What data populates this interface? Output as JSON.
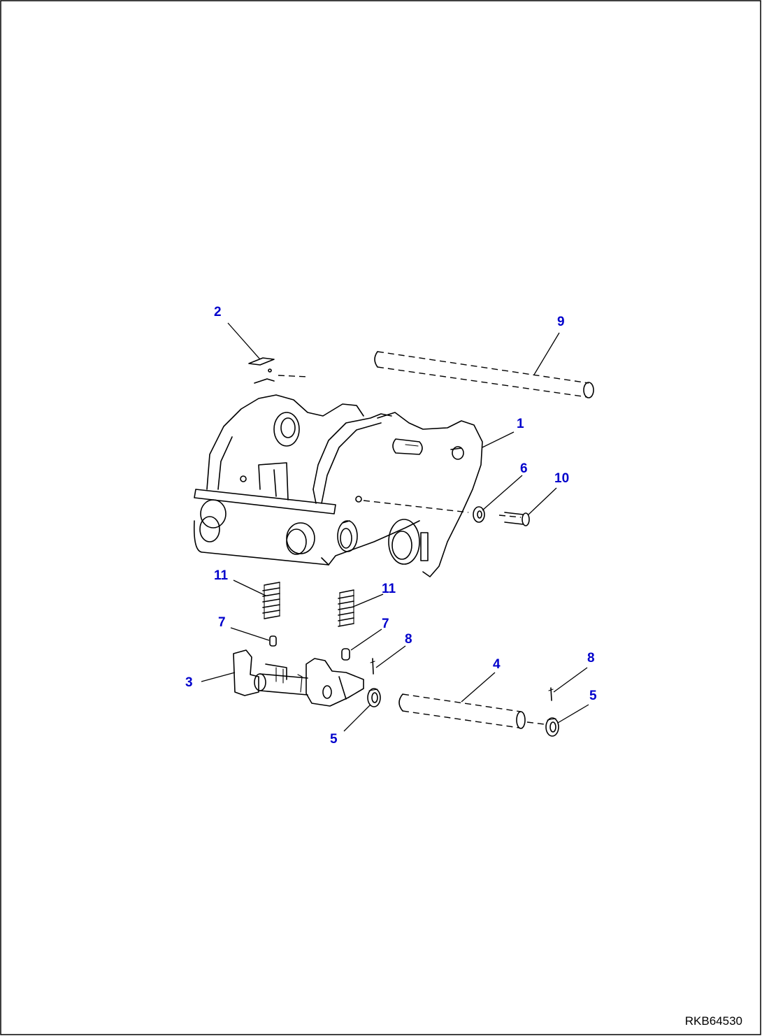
{
  "diagram": {
    "drawing_code": "RKB64530",
    "accent_color": "#0000cc",
    "line_color": "#000000",
    "callouts": [
      {
        "id": "c2",
        "label": "2"
      },
      {
        "id": "c9",
        "label": "9"
      },
      {
        "id": "c1",
        "label": "1"
      },
      {
        "id": "c6",
        "label": "6"
      },
      {
        "id": "c10",
        "label": "10"
      },
      {
        "id": "c11a",
        "label": "11"
      },
      {
        "id": "c11b",
        "label": "11"
      },
      {
        "id": "c7a",
        "label": "7"
      },
      {
        "id": "c7b",
        "label": "7"
      },
      {
        "id": "c8a",
        "label": "8"
      },
      {
        "id": "c3",
        "label": "3"
      },
      {
        "id": "c4",
        "label": "4"
      },
      {
        "id": "c8b",
        "label": "8"
      },
      {
        "id": "c5a",
        "label": "5"
      },
      {
        "id": "c5b",
        "label": "5"
      }
    ]
  }
}
